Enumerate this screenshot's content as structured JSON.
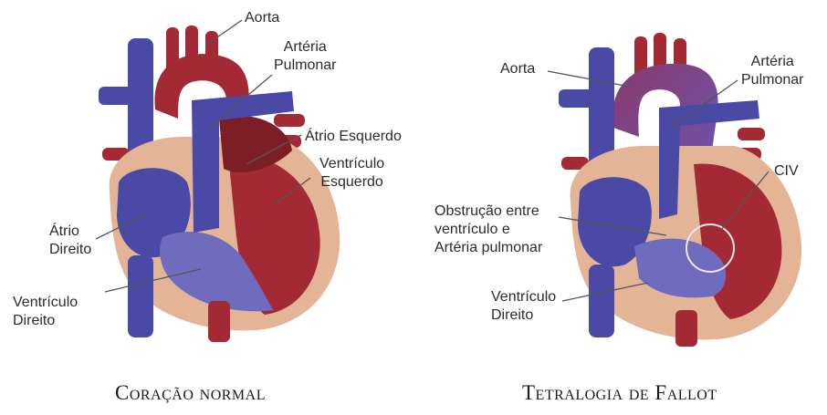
{
  "colors": {
    "vein_blue": "#4a49a6",
    "vein_light": "#6f6cc0",
    "artery_red": "#a32a35",
    "artery_dark": "#7d1d25",
    "muscle": "#e4b497",
    "leader": "#555555"
  },
  "normal": {
    "caption": "Coração normal",
    "labels": {
      "aorta": "Aorta",
      "arteria_pulmonar": [
        "Artéria",
        "Pulmonar"
      ],
      "atrio_esquerdo": "Átrio Esquerdo",
      "ventriculo_esquerdo": [
        "Ventrículo",
        "Esquerdo"
      ],
      "atrio_direito": [
        "Átrio",
        "Direito"
      ],
      "ventriculo_direito": [
        "Ventrículo",
        "Direito"
      ]
    }
  },
  "fallot": {
    "caption": "Tetralogia de Fallot",
    "labels": {
      "aorta": "Aorta",
      "arteria_pulmonar": [
        "Artéria",
        "Pulmonar"
      ],
      "civ": "CIV",
      "obstrucao": [
        "Obstrução entre",
        "ventrículo e",
        "Artéria pulmonar"
      ],
      "ventriculo_direito": [
        "Ventrículo",
        "Direito"
      ]
    }
  }
}
